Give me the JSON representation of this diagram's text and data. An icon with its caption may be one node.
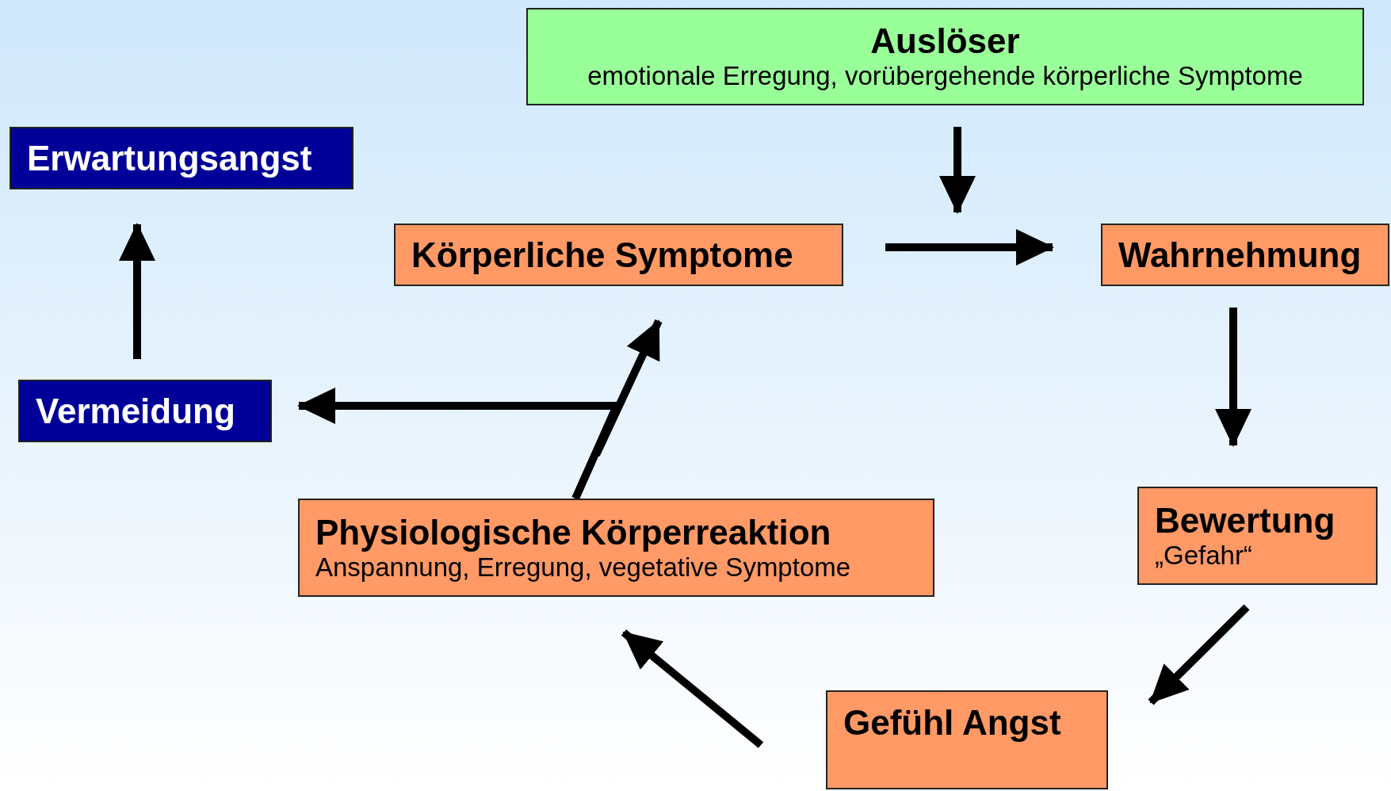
{
  "diagram": {
    "nodes": [
      {
        "text": [
          "Auslöser",
          "emotionale Erregung, vorübergehende körperliche Symptome"
        ]
      },
      {
        "text": [
          "Erwartungsangst"
        ]
      },
      {
        "text": [
          "Körperliche Symptome"
        ]
      },
      {
        "text": [
          "Wahrnehmung"
        ]
      },
      {
        "text": [
          "Vermeidung"
        ]
      },
      {
        "text": [
          "Physiologische Körperreaktion",
          "Anspannung, Erregung, vegetative Symptome"
        ]
      },
      {
        "text": [
          "Bewertung",
          "„Gefahr“"
        ]
      },
      {
        "text": [
          "Gefühl Angst"
        ]
      }
    ],
    "edges": [
      {
        "from": 0,
        "to": null,
        "arrow": "to"
      },
      {
        "from": 2,
        "to": 3,
        "arrow": "to"
      },
      {
        "from": 3,
        "to": 6,
        "arrow": "to"
      },
      {
        "from": 6,
        "to": 7,
        "arrow": "to"
      },
      {
        "from": 7,
        "to": 5,
        "arrow": "to"
      },
      {
        "from": 5,
        "to": 2,
        "arrow": "to"
      },
      {
        "from": 5,
        "to": 4,
        "arrow": "to"
      },
      {
        "from": 4,
        "to": 1,
        "arrow": "to"
      }
    ]
  }
}
